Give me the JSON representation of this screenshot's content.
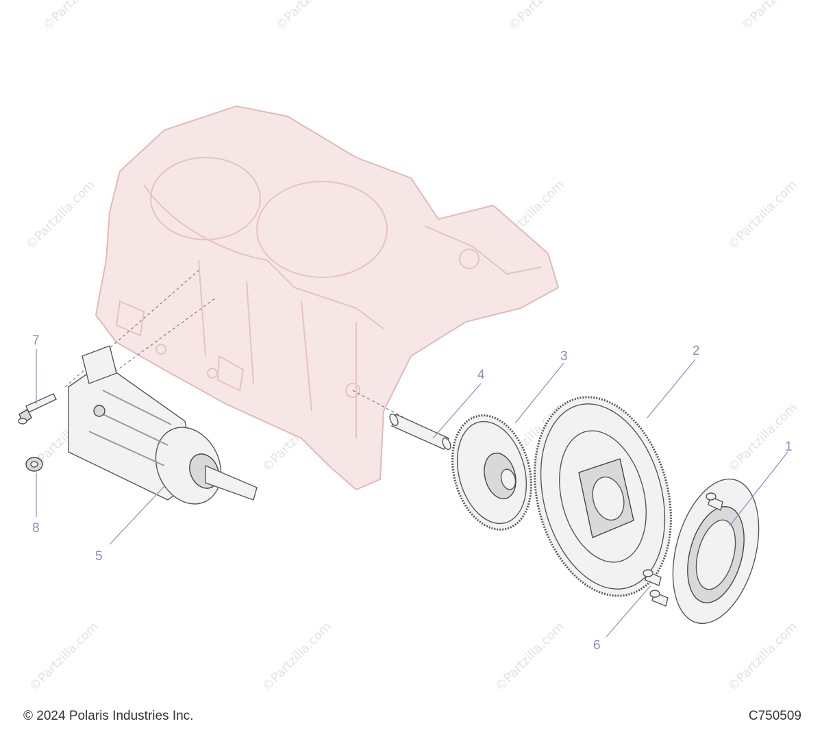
{
  "footer": {
    "copyright": "© 2024 Polaris Industries Inc.",
    "code": "C750509"
  },
  "watermark": {
    "text": "©Partzilla.com",
    "color": "#e2e2e2"
  },
  "callouts": [
    {
      "id": "1",
      "label": "1"
    },
    {
      "id": "2",
      "label": "2"
    },
    {
      "id": "3",
      "label": "3"
    },
    {
      "id": "4",
      "label": "4"
    },
    {
      "id": "5",
      "label": "5"
    },
    {
      "id": "6",
      "label": "6"
    },
    {
      "id": "7",
      "label": "7"
    },
    {
      "id": "8",
      "label": "8"
    }
  ],
  "colors": {
    "callout": "#8a8ac8",
    "crankcase": "#f7e6e6",
    "parts_outline": "#555555"
  }
}
